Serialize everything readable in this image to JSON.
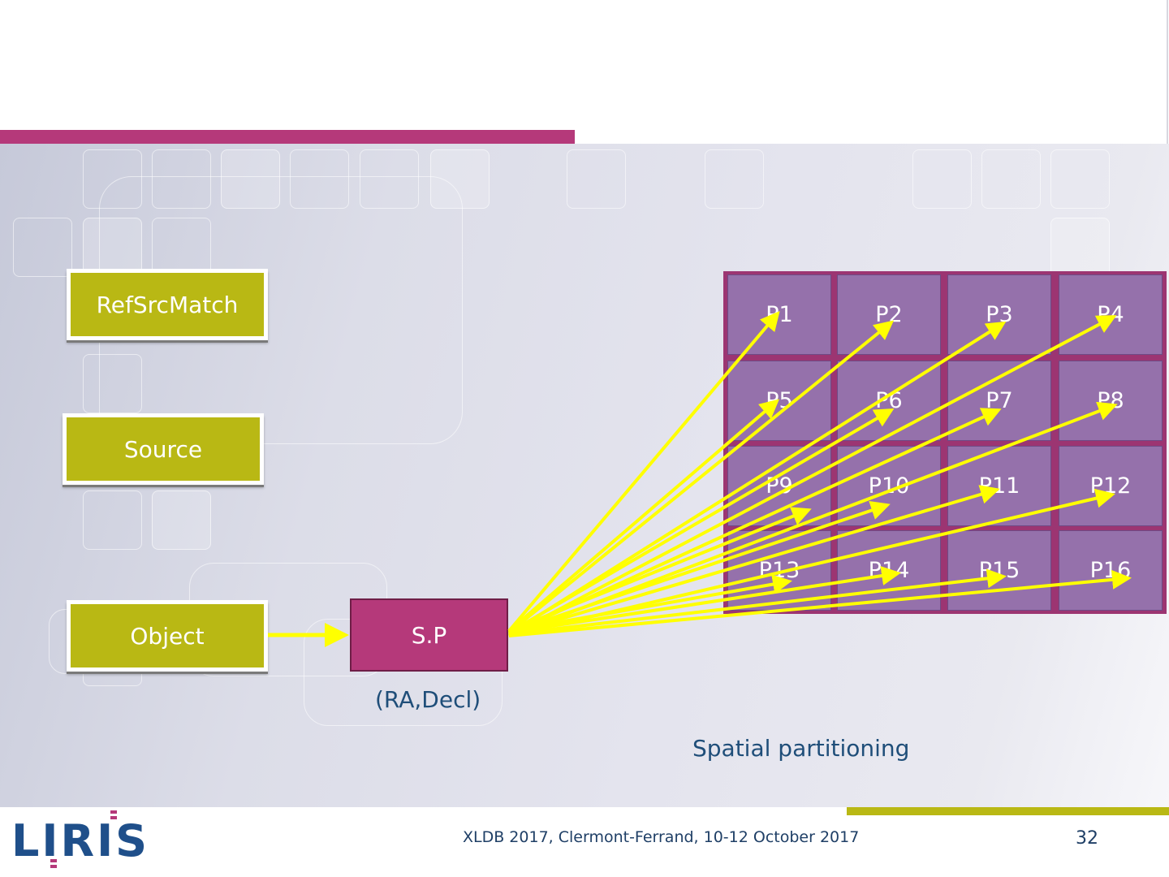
{
  "slide": {
    "tables": {
      "refsrcmatch": "RefSrcMatch",
      "source": "Source",
      "object": "Object"
    },
    "sp_box": "S.P",
    "sp_caption": "(RA,Decl)",
    "grid_caption": "Spatial partitioning",
    "partitions": [
      "P1",
      "P2",
      "P3",
      "P4",
      "P5",
      "P6",
      "P7",
      "P8",
      "P9",
      "P10",
      "P11",
      "P12",
      "P13",
      "P14",
      "P15",
      "P16"
    ],
    "colors": {
      "accent_pink": "#b5397a",
      "accent_olive": "#b9b814",
      "partition_purple": "#9571ab",
      "arrow_yellow": "#ffff00",
      "text_blue": "#1f4e79"
    }
  },
  "footer": {
    "event": "XLDB 2017,  Clermont-Ferrand, 10-12 October 2017",
    "page_number": "32",
    "logo_text": "LIRIS"
  }
}
